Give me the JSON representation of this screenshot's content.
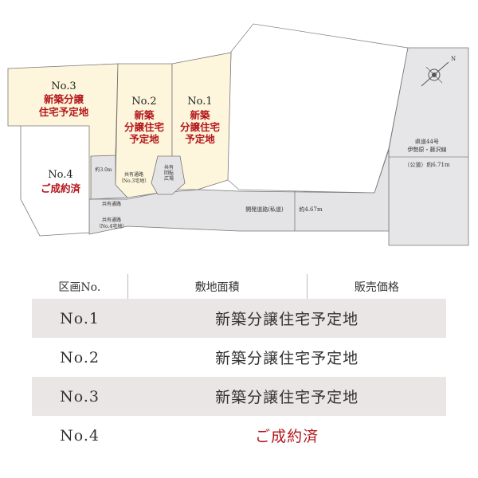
{
  "map": {
    "lots": [
      {
        "no": "No.1",
        "status_lines": [
          "新築",
          "分譲住宅",
          "予定地"
        ]
      },
      {
        "no": "No.2",
        "status_lines": [
          "新築",
          "分譲住宅",
          "予定地"
        ]
      },
      {
        "no": "No.3",
        "status_lines": [
          "新築分譲",
          "住宅予定地"
        ]
      },
      {
        "no": "No.4",
        "status_lines": [
          "ご成約済"
        ]
      }
    ],
    "labels": {
      "width_3m": "約3.0m",
      "shared_road_3": [
        "共有通路",
        "（No.3宅地）"
      ],
      "shared_turn": [
        "共有",
        "回転",
        "広場"
      ],
      "shared_road_4a": "共有通路",
      "shared_road_4b": [
        "共有通路",
        "（No.4宅地）"
      ],
      "dev_road": "開発道路(私道)",
      "dev_width": "約4.67m",
      "pref_road": [
        "県道44号",
        "伊勢原・藤沢線"
      ],
      "pref_width": "（公道）約6.71m",
      "north": "N"
    }
  },
  "table": {
    "headers": [
      "区画No.",
      "敷地面積",
      "販売価格"
    ],
    "rows": [
      {
        "no": "No.1",
        "status": "新築分譲住宅予定地",
        "sold": false
      },
      {
        "no": "No.2",
        "status": "新築分譲住宅予定地",
        "sold": false
      },
      {
        "no": "No.3",
        "status": "新築分譲住宅予定地",
        "sold": false
      },
      {
        "no": "No.4",
        "status": "ご成約済",
        "sold": true
      }
    ]
  },
  "colors": {
    "lot_fill": "#fdf6dc",
    "road_fill": "#e4e4e6",
    "sold_red": "#b4161b"
  }
}
